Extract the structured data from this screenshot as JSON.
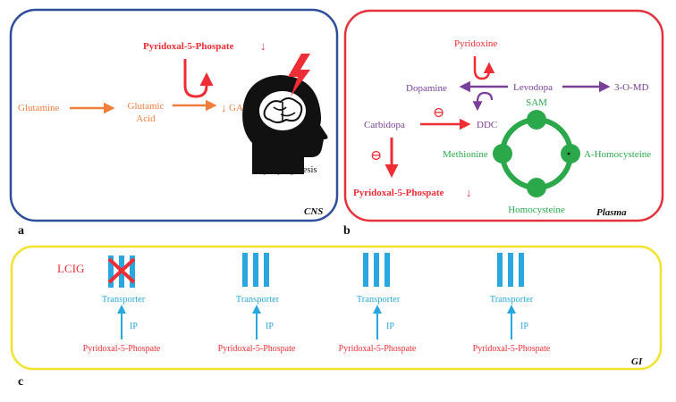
{
  "panels": {
    "a": {
      "letter": "a",
      "region": "CNS",
      "glutamine": "Glutamine",
      "glutamic_line1": "Glutamic",
      "glutamic_line2": "Acid",
      "gaba_arrow": "↓",
      "gaba": "GABA",
      "p5p": "Pyridoxal-5-Phospate",
      "p5p_arrow": "↓",
      "epileptogenesis": "Epileptogenesis"
    },
    "b": {
      "letter": "b",
      "region": "Plasma",
      "pyridoxine": "Pyridoxine",
      "dopamine": "Dopamine",
      "levodopa": "Levodopa",
      "omd": "3-O-MD",
      "carbidopa": "Carbidopa",
      "ddc": "DDC",
      "inhibit_symbol": "⊖",
      "p5p": "Pyridoxal-5-Phospate",
      "p5p_arrow": "↓",
      "sam": "SAM",
      "methionine": "Methionine",
      "a_homocysteine": "A-Homocysteine",
      "homocysteine": "Homocysteine"
    },
    "c": {
      "letter": "c",
      "region": "GI",
      "lcig": "LCIG",
      "columns": [
        {
          "transporter": "Transporter",
          "ip": "IP",
          "p5p": "Pyridoxal-5-Phospate",
          "blocked": true
        },
        {
          "transporter": "Transporter",
          "ip": "IP",
          "p5p": "Pyridoxal-5-Phospate",
          "blocked": false
        },
        {
          "transporter": "Transporter",
          "ip": "IP",
          "p5p": "Pyridoxal-5-Phospate",
          "blocked": false
        },
        {
          "transporter": "Transporter",
          "ip": "IP",
          "p5p": "Pyridoxal-5-Phospate",
          "blocked": false
        }
      ]
    }
  },
  "colors": {
    "cns_border": "#2e4d9b",
    "plasma_border": "#e5323b",
    "gi_border": "#f2e22b",
    "orange": "#ef7d3c",
    "red": "#ee2d34",
    "purple": "#7a3f98",
    "green": "#2aa84a",
    "blue": "#2aa7df"
  },
  "icons": {
    "head": "head-silhouette-brain-icon",
    "bolt": "lightning-bolt-icon",
    "cross": "red-x-icon"
  }
}
